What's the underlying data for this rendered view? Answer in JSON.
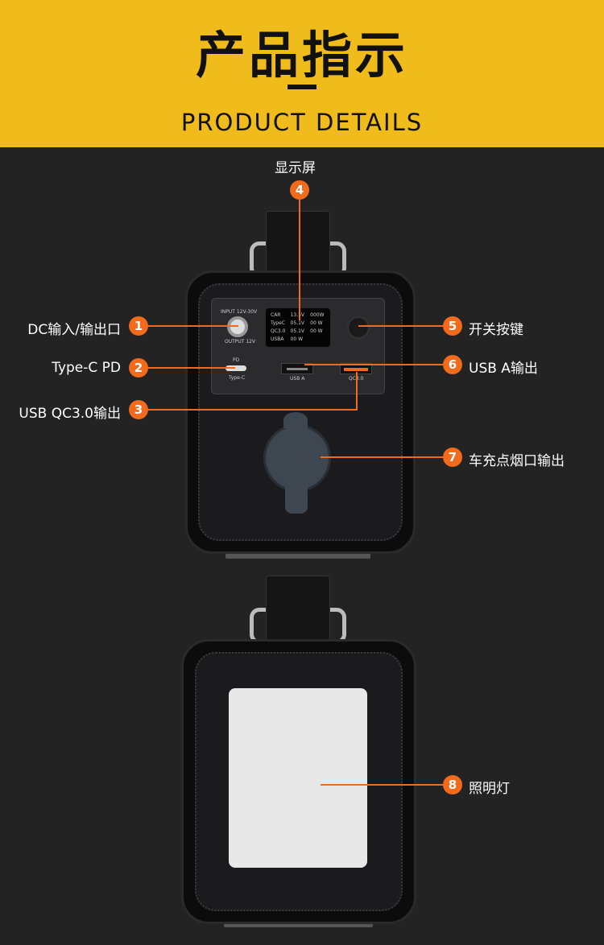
{
  "header": {
    "title": "产品指示",
    "subtitle": "PRODUCT DETAILS"
  },
  "callouts": [
    {
      "num": "1",
      "label": "DC输入/输出口"
    },
    {
      "num": "2",
      "label": "Type-C PD"
    },
    {
      "num": "3",
      "label": "USB QC3.0输出"
    },
    {
      "num": "4",
      "label": "显示屏"
    },
    {
      "num": "5",
      "label": "开关按键"
    },
    {
      "num": "6",
      "label": "USB A输出"
    },
    {
      "num": "7",
      "label": "车充点烟口输出"
    },
    {
      "num": "8",
      "label": "照明灯"
    }
  ],
  "device": {
    "input_label": "INPUT 12V-30V",
    "output_label": "OUTPUT 12V",
    "pd_label": "PD",
    "typec_label": "Type-C",
    "usba_label": "USB A",
    "qc_label": "QC3.0",
    "lcd": [
      [
        "CAR",
        "13.5V",
        "000W"
      ],
      [
        "TypeC",
        "05.1V",
        "00 W"
      ],
      [
        "QC3.0",
        "05.1V",
        "00 W"
      ],
      [
        "USBA",
        "00 W",
        ""
      ]
    ]
  },
  "colors": {
    "accent": "#f26a1b",
    "header": "#f0bc1b",
    "background": "#232323"
  }
}
